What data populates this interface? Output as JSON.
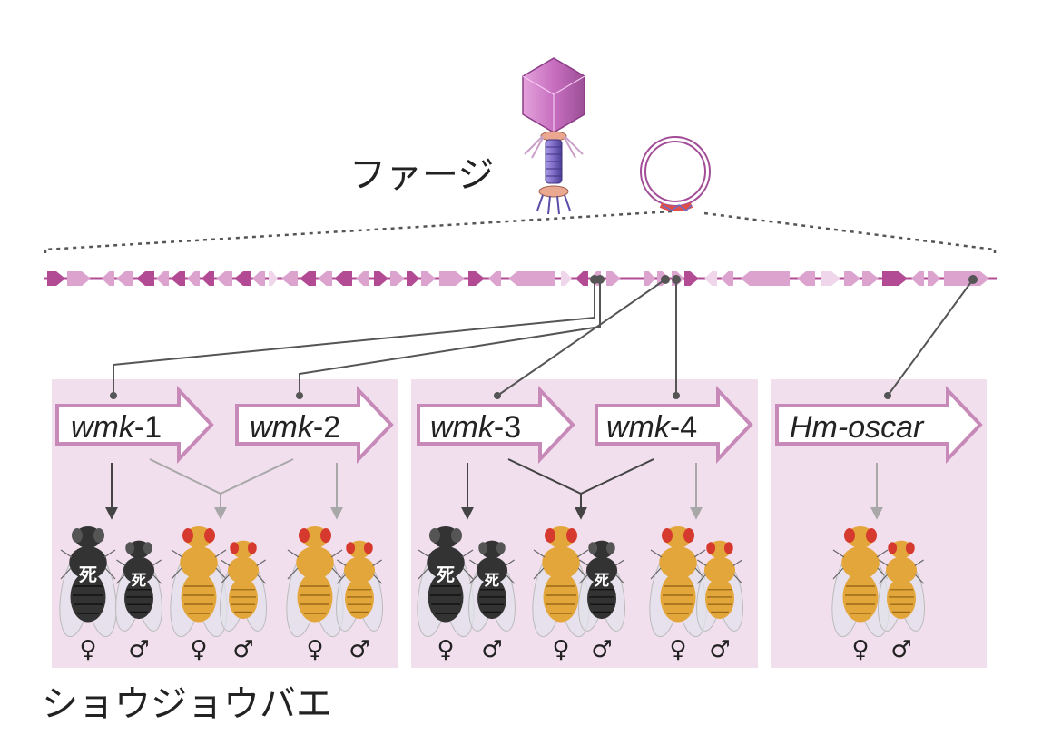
{
  "labels": {
    "phage": "ファージ",
    "fly": "ショウジョウバエ"
  },
  "genes": [
    {
      "prefix": "wmk",
      "suffix": "-1"
    },
    {
      "prefix": "wmk",
      "suffix": "-2"
    },
    {
      "prefix": "wmk",
      "suffix": "-3"
    },
    {
      "prefix": "wmk",
      "suffix": "-4"
    },
    {
      "prefix": "Hm-oscar",
      "suffix": ""
    }
  ],
  "death_mark": "死",
  "sex_symbols": {
    "female": "♀",
    "male": "♂"
  },
  "colors": {
    "panel_bg": "#f2dfee",
    "gene_arrow_fill": "#ffffff",
    "gene_arrow_stroke": "#c789b8",
    "genome_track": "#b24b94",
    "genome_arrow_light": "#dca3cf",
    "genome_arrow_dark": "#b24b94",
    "connector": "#555555",
    "arrow_dark": "#444444",
    "arrow_light": "#a8a8a8",
    "fly_dead": "#333333",
    "fly_alive": "#e3a63a",
    "fly_eye": "#d63a2e",
    "plasmid": "#a24d96",
    "phage_head": "#c86fc0",
    "phage_tail": "#7d6ac6"
  },
  "flies": [
    {
      "state": "dead",
      "sex": "female",
      "mark": true
    },
    {
      "state": "dead",
      "sex": "male",
      "mark": true
    },
    {
      "state": "alive",
      "sex": "female",
      "mark": false
    },
    {
      "state": "alive",
      "sex": "male",
      "mark": false
    },
    {
      "state": "alive",
      "sex": "female",
      "mark": false
    },
    {
      "state": "alive",
      "sex": "male",
      "mark": false
    },
    {
      "state": "dead",
      "sex": "female",
      "mark": true
    },
    {
      "state": "dead",
      "sex": "male",
      "mark": true
    },
    {
      "state": "alive",
      "sex": "female",
      "mark": false
    },
    {
      "state": "dead",
      "sex": "male",
      "mark": true
    },
    {
      "state": "alive",
      "sex": "female",
      "mark": false
    },
    {
      "state": "alive",
      "sex": "male",
      "mark": false
    },
    {
      "state": "alive",
      "sex": "female",
      "mark": false
    },
    {
      "state": "alive",
      "sex": "male",
      "mark": false
    }
  ]
}
